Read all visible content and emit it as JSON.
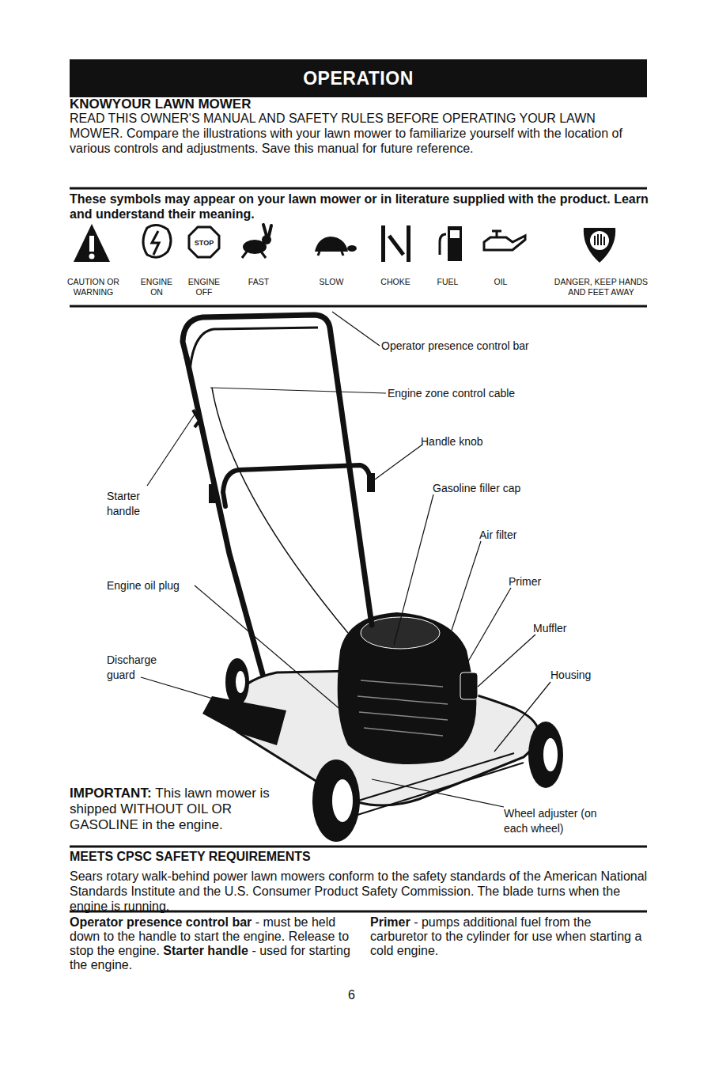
{
  "diagram": {
    "title": "OPERATION",
    "labels": [
      "KNOWYOUR LAWN MOWER",
      "READ THIS OWNER'S MANUAL AND SAFETY RULES BEFORE OPERATING YOUR LAWN MOWER. Compare the illustrations with your lawn mower to familiarize yourself with the location of various controls and adjustments. Save this manual for future reference.",
      "These symbols may appear on your lawn mower or in literature supplied with the product. Learn and understand their meaning.",
      "CAUTION OR WARNING",
      "ENGINE ON",
      "ENGINE OFF",
      "FAST",
      "SLOW",
      "CHOKE",
      "FUEL",
      "OIL",
      "DANGER, KEEP HANDS AND FEET AWAY",
      "STOP",
      "Operator presence control bar",
      "Engine zone control cable",
      "Handle knob",
      "Gasoline filler cap",
      "Air filter",
      "Primer",
      "Muffler",
      "Housing",
      "Wheel adjuster (on each wheel)",
      "Starter handle",
      "Engine oil plug",
      "Discharge guard",
      "IMPORTANT:",
      "This lawn mower is shipped WITHOUT OIL OR GASOLINE in the engine.",
      "MEETS CPSC SAFETY REQUIREMENTS",
      "Sears rotary walk-behind power lawn mowers conform to the safety standards of the American National Standards Institute and the U.S. Consumer Product Safety Commission. The blade turns when the engine is running.",
      "Operator presence control bar",
      "- must be held down to the handle to start the engine. Release to stop the engine.",
      "Starter handle",
      "- used for starting the engine.",
      "Primer",
      "- pumps additional fuel from the carburetor to the cylinder for use when starting a cold engine.",
      "6"
    ]
  }
}
